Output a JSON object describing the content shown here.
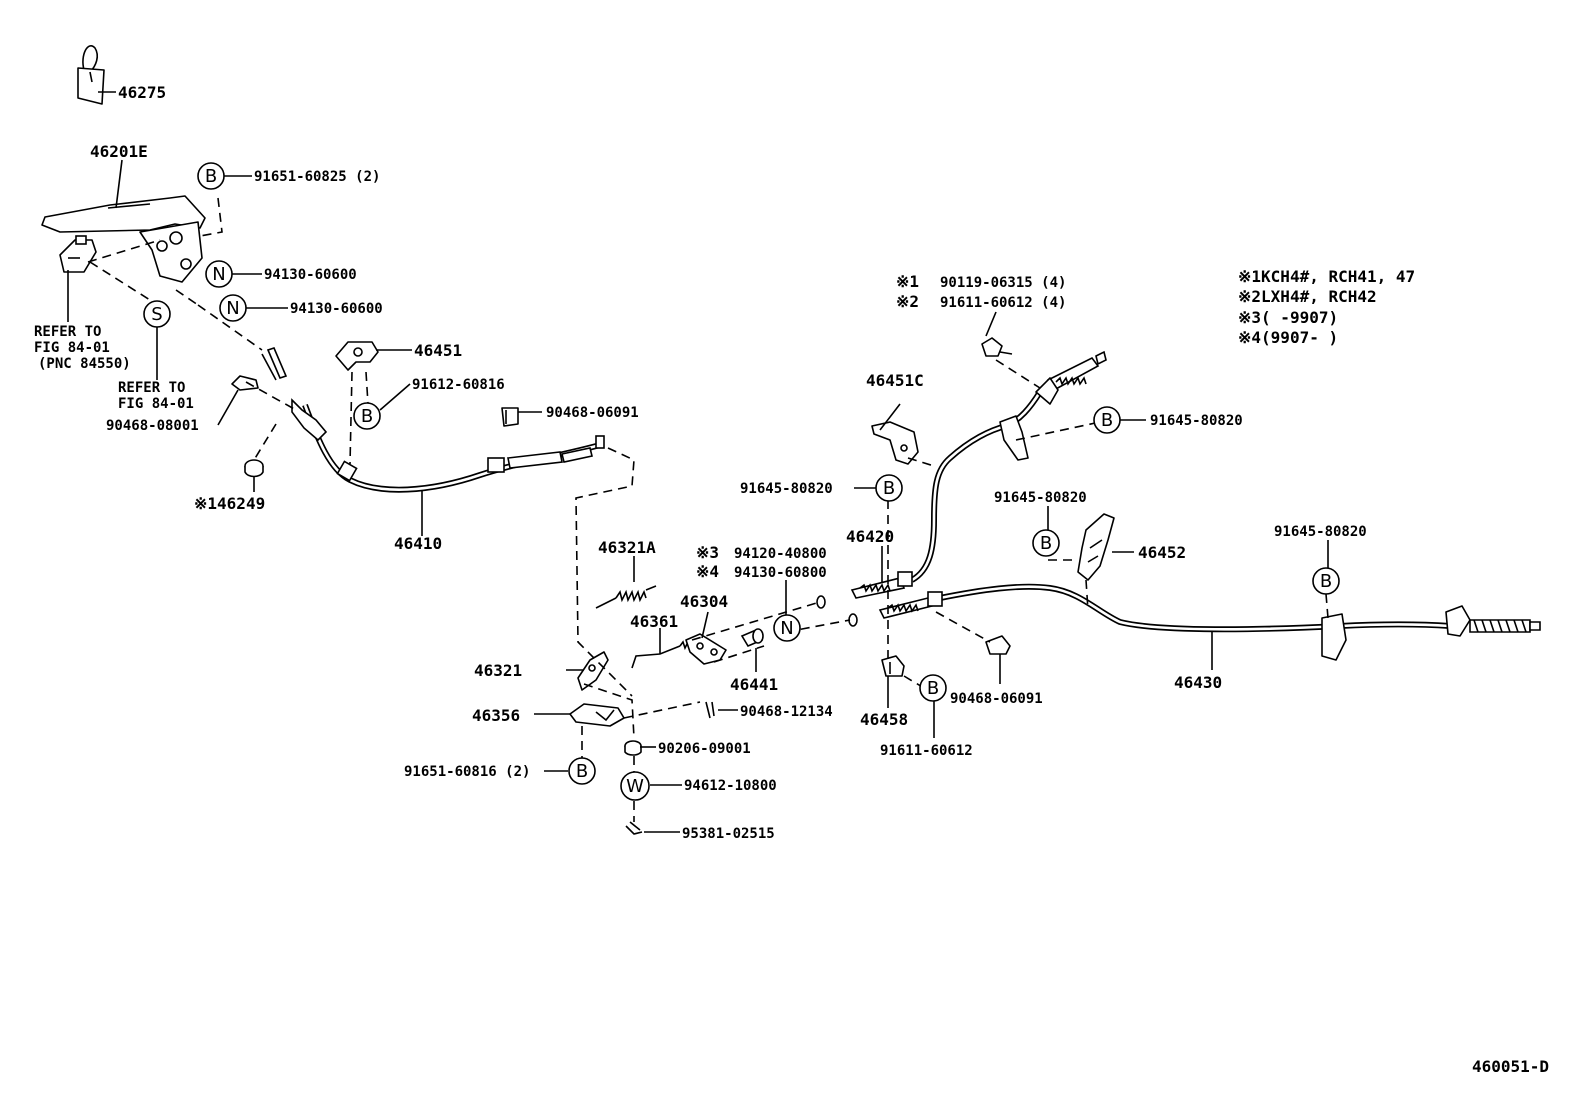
{
  "parts": {
    "p46275": "46275",
    "p46201E": "46201E",
    "p46410": "46410",
    "p46451": "46451",
    "p46451C": "46451C",
    "p46420": "46420",
    "p46430": "46430",
    "p46452": "46452",
    "p46321A": "46321A",
    "p46321": "46321",
    "p46304": "46304",
    "p46361": "46361",
    "p46441": "46441",
    "p46356": "46356",
    "p46458": "46458",
    "p146249": "※146249",
    "p91651_60825": "91651-60825 (2)",
    "p94130_60600a": "94130-60600",
    "p94130_60600b": "94130-60600",
    "p91612_60816": "91612-60816",
    "p90468_06091a": "90468-06091",
    "p90468_08001": "90468-08001",
    "p90119_06315": "90119-06315 (4)",
    "p91611_60612a": "91611-60612 (4)",
    "p91645_80820a": "91645-80820",
    "p91645_80820b": "91645-80820",
    "p91645_80820c": "91645-80820",
    "p91645_80820d": "91645-80820",
    "p94120_40800": "94120-40800",
    "p94130_60800": "94130-60800",
    "p90468_12134": "90468-12134",
    "p90206_09001": "90206-09001",
    "p94612_10800": "94612-10800",
    "p95381_02515": "95381-02515",
    "p91651_60816": "91651-60816 (2)",
    "p90468_06091b": "90468-06091",
    "p91611_60612b": "91611-60612"
  },
  "marks": {
    "m1": "※1",
    "m2": "※2",
    "m3": "※3",
    "m4": "※4"
  },
  "circles": {
    "B": "B",
    "N": "N",
    "S": "S",
    "W": "W"
  },
  "refer": {
    "r1_line1": "REFER TO",
    "r1_line2": "FIG 84-01",
    "r1_line3": "(PNC 84550)",
    "r2_line1": "REFER TO",
    "r2_line2": "FIG 84-01"
  },
  "legend": {
    "l1": "※1KCH4#, RCH41, 47",
    "l2": "※2LXH4#, RCH42",
    "l3": "※3(       -9907)",
    "l4": "※4(9907-       )"
  },
  "figure_id": "460051-D"
}
